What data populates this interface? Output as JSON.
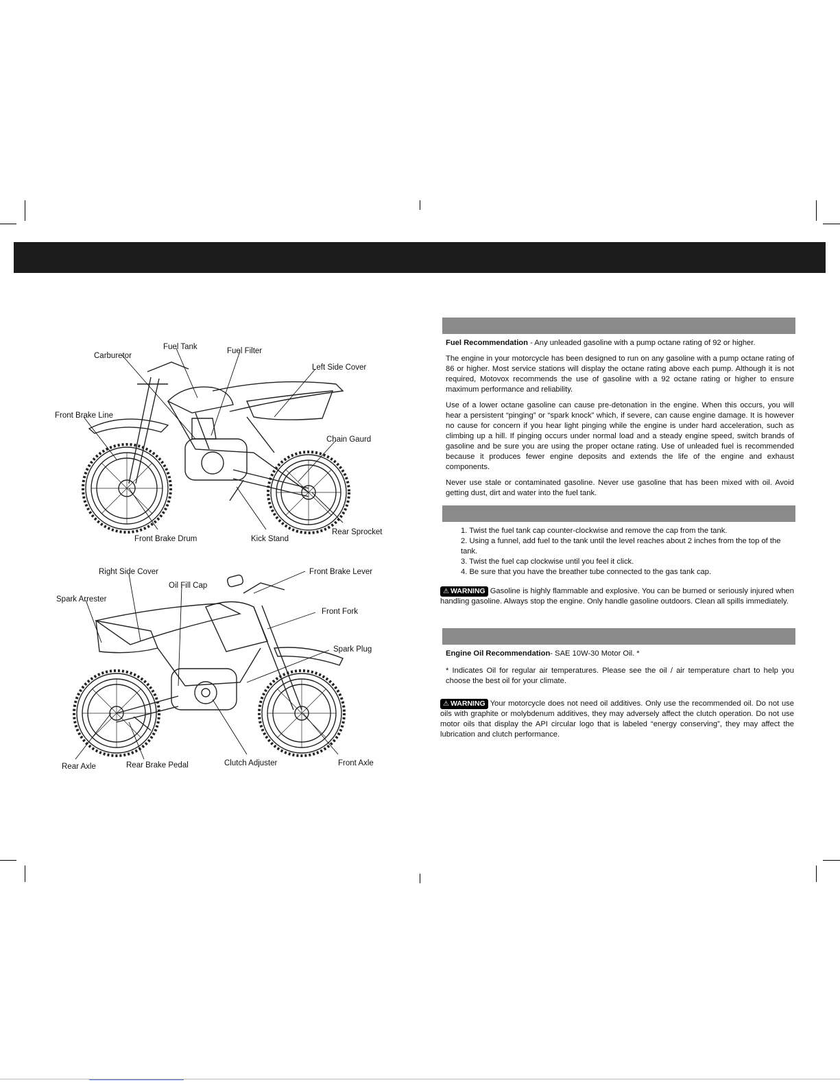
{
  "left_diagram_top": {
    "labels": {
      "fuel_tank": "Fuel Tank",
      "carburetor": "Carburetor",
      "fuel_filter": "Fuel Filter",
      "left_side_cover": "Left Side Cover",
      "front_brake_line": "Front Brake Line",
      "chain_guard": "Chain Gaurd",
      "front_brake_drum": "Front Brake Drum",
      "kick_stand": "Kick Stand",
      "rear_sprocket": "Rear Sprocket"
    }
  },
  "left_diagram_bottom": {
    "labels": {
      "right_side_cover": "Right Side Cover",
      "oil_fill_cap": "Oil Fill Cap",
      "front_brake_lever": "Front Brake Lever",
      "spark_arrester": "Spark Arrester",
      "front_fork": "Front Fork",
      "spark_plug": "Spark Plug",
      "rear_axle": "Rear Axle",
      "rear_brake_pedal": "Rear Brake Pedal",
      "clutch_adjuster": "Clutch Adjuster",
      "front_axle": "Front Axle"
    }
  },
  "fuel_section": {
    "recommendation_label": "Fuel Recommendation",
    "recommendation_text": " - Any unleaded gasoline with a pump octane rating of 92 or higher.",
    "para1": "The engine in your motorcycle has been designed to run on any gasoline with a pump octane rating of 86 or higher.  Most service stations will display the octane rating above each pump. Although it is not required, Motovox recommends the use of gasoline with a 92 octane rating or higher to ensure maximum performance and reliability.",
    "para2": "Use of a lower octane gasoline can cause pre-detonation in the engine.  When this occurs, you will hear a persistent “pinging” or “spark knock” which, if severe, can cause engine damage.  It is however no cause for concern if you hear light pinging while the engine is under hard acceleration, such as climbing up a hill.  If pinging occurs under normal load and a steady engine speed, switch brands of gasoline and be sure you are using the proper octane rating.  Use of unleaded fuel is recommended because it produces fewer engine deposits and extends the life of the engine and exhaust components.",
    "para3": "Never use stale or contaminated gasoline.  Never use gasoline that has been mixed with oil.  Avoid getting dust, dirt and water into the fuel tank."
  },
  "refuel_section": {
    "steps": [
      "1. Twist the fuel tank cap counter-clockwise and remove the cap from the tank.",
      "2. Using a funnel, add fuel to the tank until the level reaches about 2 inches from the top of the tank.",
      "3. Twist the fuel cap clockwise until you feel it click.",
      "4. Be sure that you have the breather tube connected to the gas tank cap."
    ],
    "warning_badge": "WARNING",
    "warning_text": "Gasoline is highly flammable and explosive.  You can be burned or seriously injured when handling gasoline.  Always stop the engine.  Only handle gasoline outdoors.   Clean all spills immediately."
  },
  "oil_section": {
    "recommendation_label": "Engine Oil Recommendation",
    "recommendation_text": "-  SAE 10W-30 Motor Oil.   *",
    "note": "*    Indicates Oil for regular air temperatures.  Please see the oil / air temperature chart to help you choose the best oil for your climate.",
    "warning_badge": "WARNING",
    "warning_text": "Your motorcycle does not need oil additives.  Only use the recommended oil.  Do not use oils with graphite or molybdenum additives, they may adversely affect the clutch operation. Do not use motor oils that display the API circular logo that is labeled “energy conserving”, they may affect the lubrication and clutch performance."
  }
}
